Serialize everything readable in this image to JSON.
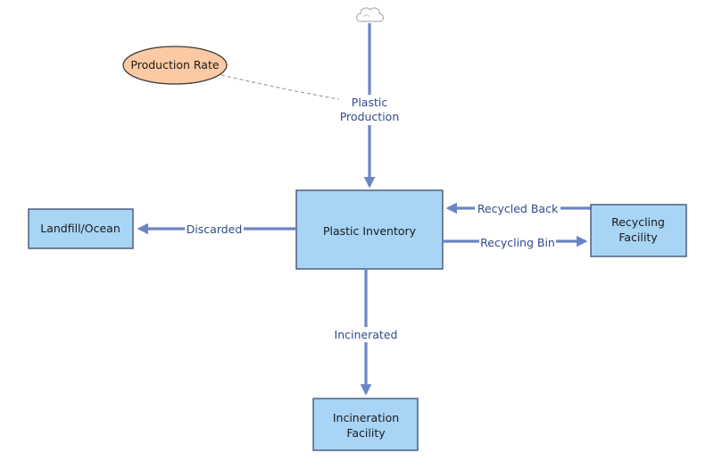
{
  "nodes": {
    "production_rate": "Production Rate",
    "plastic_inventory": "Plastic Inventory",
    "landfill_ocean": "Landfill/Ocean",
    "recycling_facility": [
      "Recycling",
      "Facility"
    ],
    "incineration_facility": [
      "Incineration",
      "Facility"
    ]
  },
  "flows": {
    "plastic_production": [
      "Plastic",
      "Production"
    ],
    "discarded": "Discarded",
    "recycled_back": "Recycled Back",
    "recycling_bin": "Recycling Bin",
    "incinerated": "Incinerated"
  },
  "icons": {
    "source": "cloud-icon"
  },
  "colors": {
    "stock_fill": "#a8d4f5",
    "stock_border": "#3a4a6b",
    "aux_fill": "#fbc9a3",
    "aux_border": "#3a3a3a",
    "flow": "#6c86c2",
    "flow_label": "#2f4b8a",
    "link": "#a0a0a0"
  }
}
